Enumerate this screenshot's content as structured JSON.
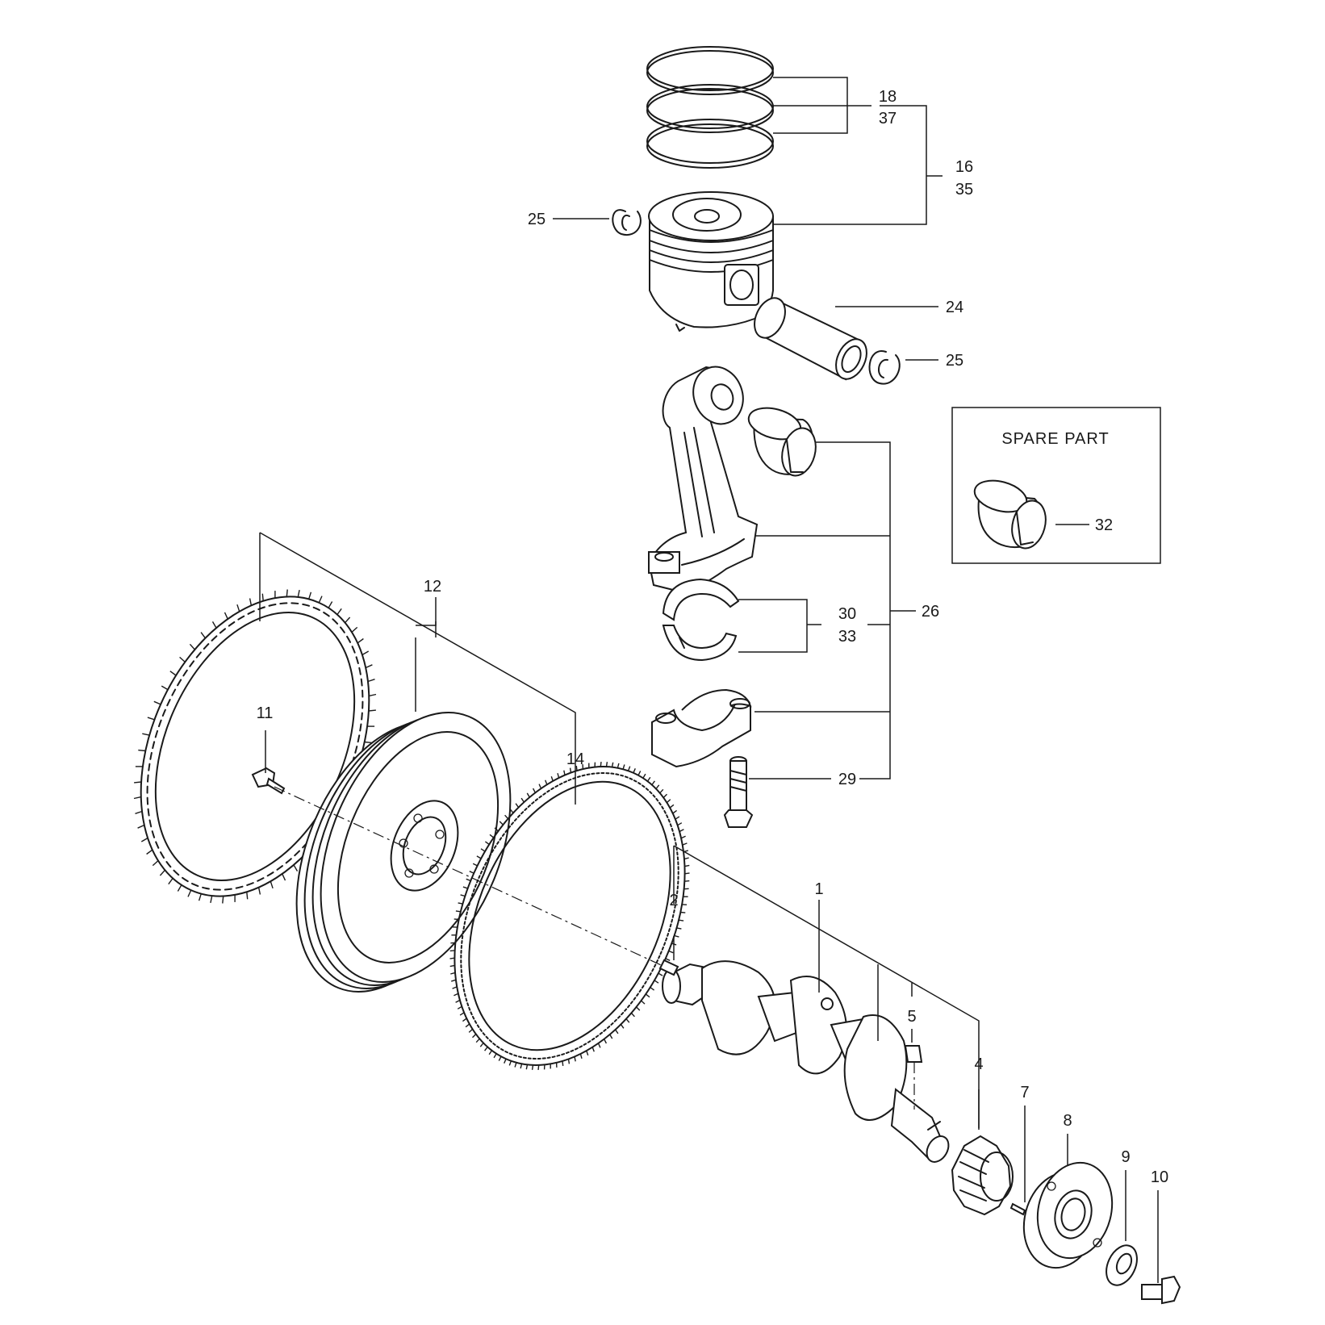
{
  "spare_box": {
    "title": "SPARE  PART"
  },
  "labels": {
    "l18": "18",
    "l37": "37",
    "l16": "16",
    "l35": "35",
    "l25a": "25",
    "l24": "24",
    "l25b": "25",
    "l26": "26",
    "l30": "30",
    "l33": "33",
    "l29": "29",
    "l32": "32",
    "l12": "12",
    "l11": "11",
    "l14": "14",
    "l1": "1",
    "l2": "2",
    "l5": "5",
    "l4": "4",
    "l7": "7",
    "l8": "8",
    "l9": "9",
    "l10": "10"
  }
}
